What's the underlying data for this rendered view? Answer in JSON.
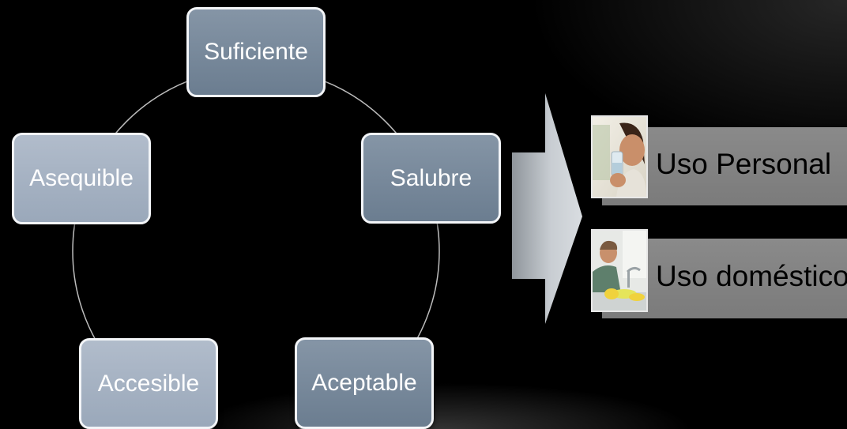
{
  "cycle": {
    "nodes": [
      {
        "label": "Suficiente",
        "tone": "dark"
      },
      {
        "label": "Salubre",
        "tone": "dark"
      },
      {
        "label": "Aceptable",
        "tone": "dark"
      },
      {
        "label": "Accesible",
        "tone": "light"
      },
      {
        "label": "Asequible",
        "tone": "light"
      }
    ]
  },
  "uses": [
    {
      "label": "Uso Personal",
      "icon": "person-drinking-water-photo"
    },
    {
      "label": "Uso doméstico",
      "icon": "person-washing-dishes-photo"
    }
  ],
  "colors": {
    "background": "#000000",
    "node_dark": "#7a8b9d",
    "node_light": "#a7b3c3",
    "node_border": "#f3f5f8",
    "arrow": "#c9ced3",
    "use_bar": "#838383",
    "cycle_line": "#bfbfbf"
  }
}
